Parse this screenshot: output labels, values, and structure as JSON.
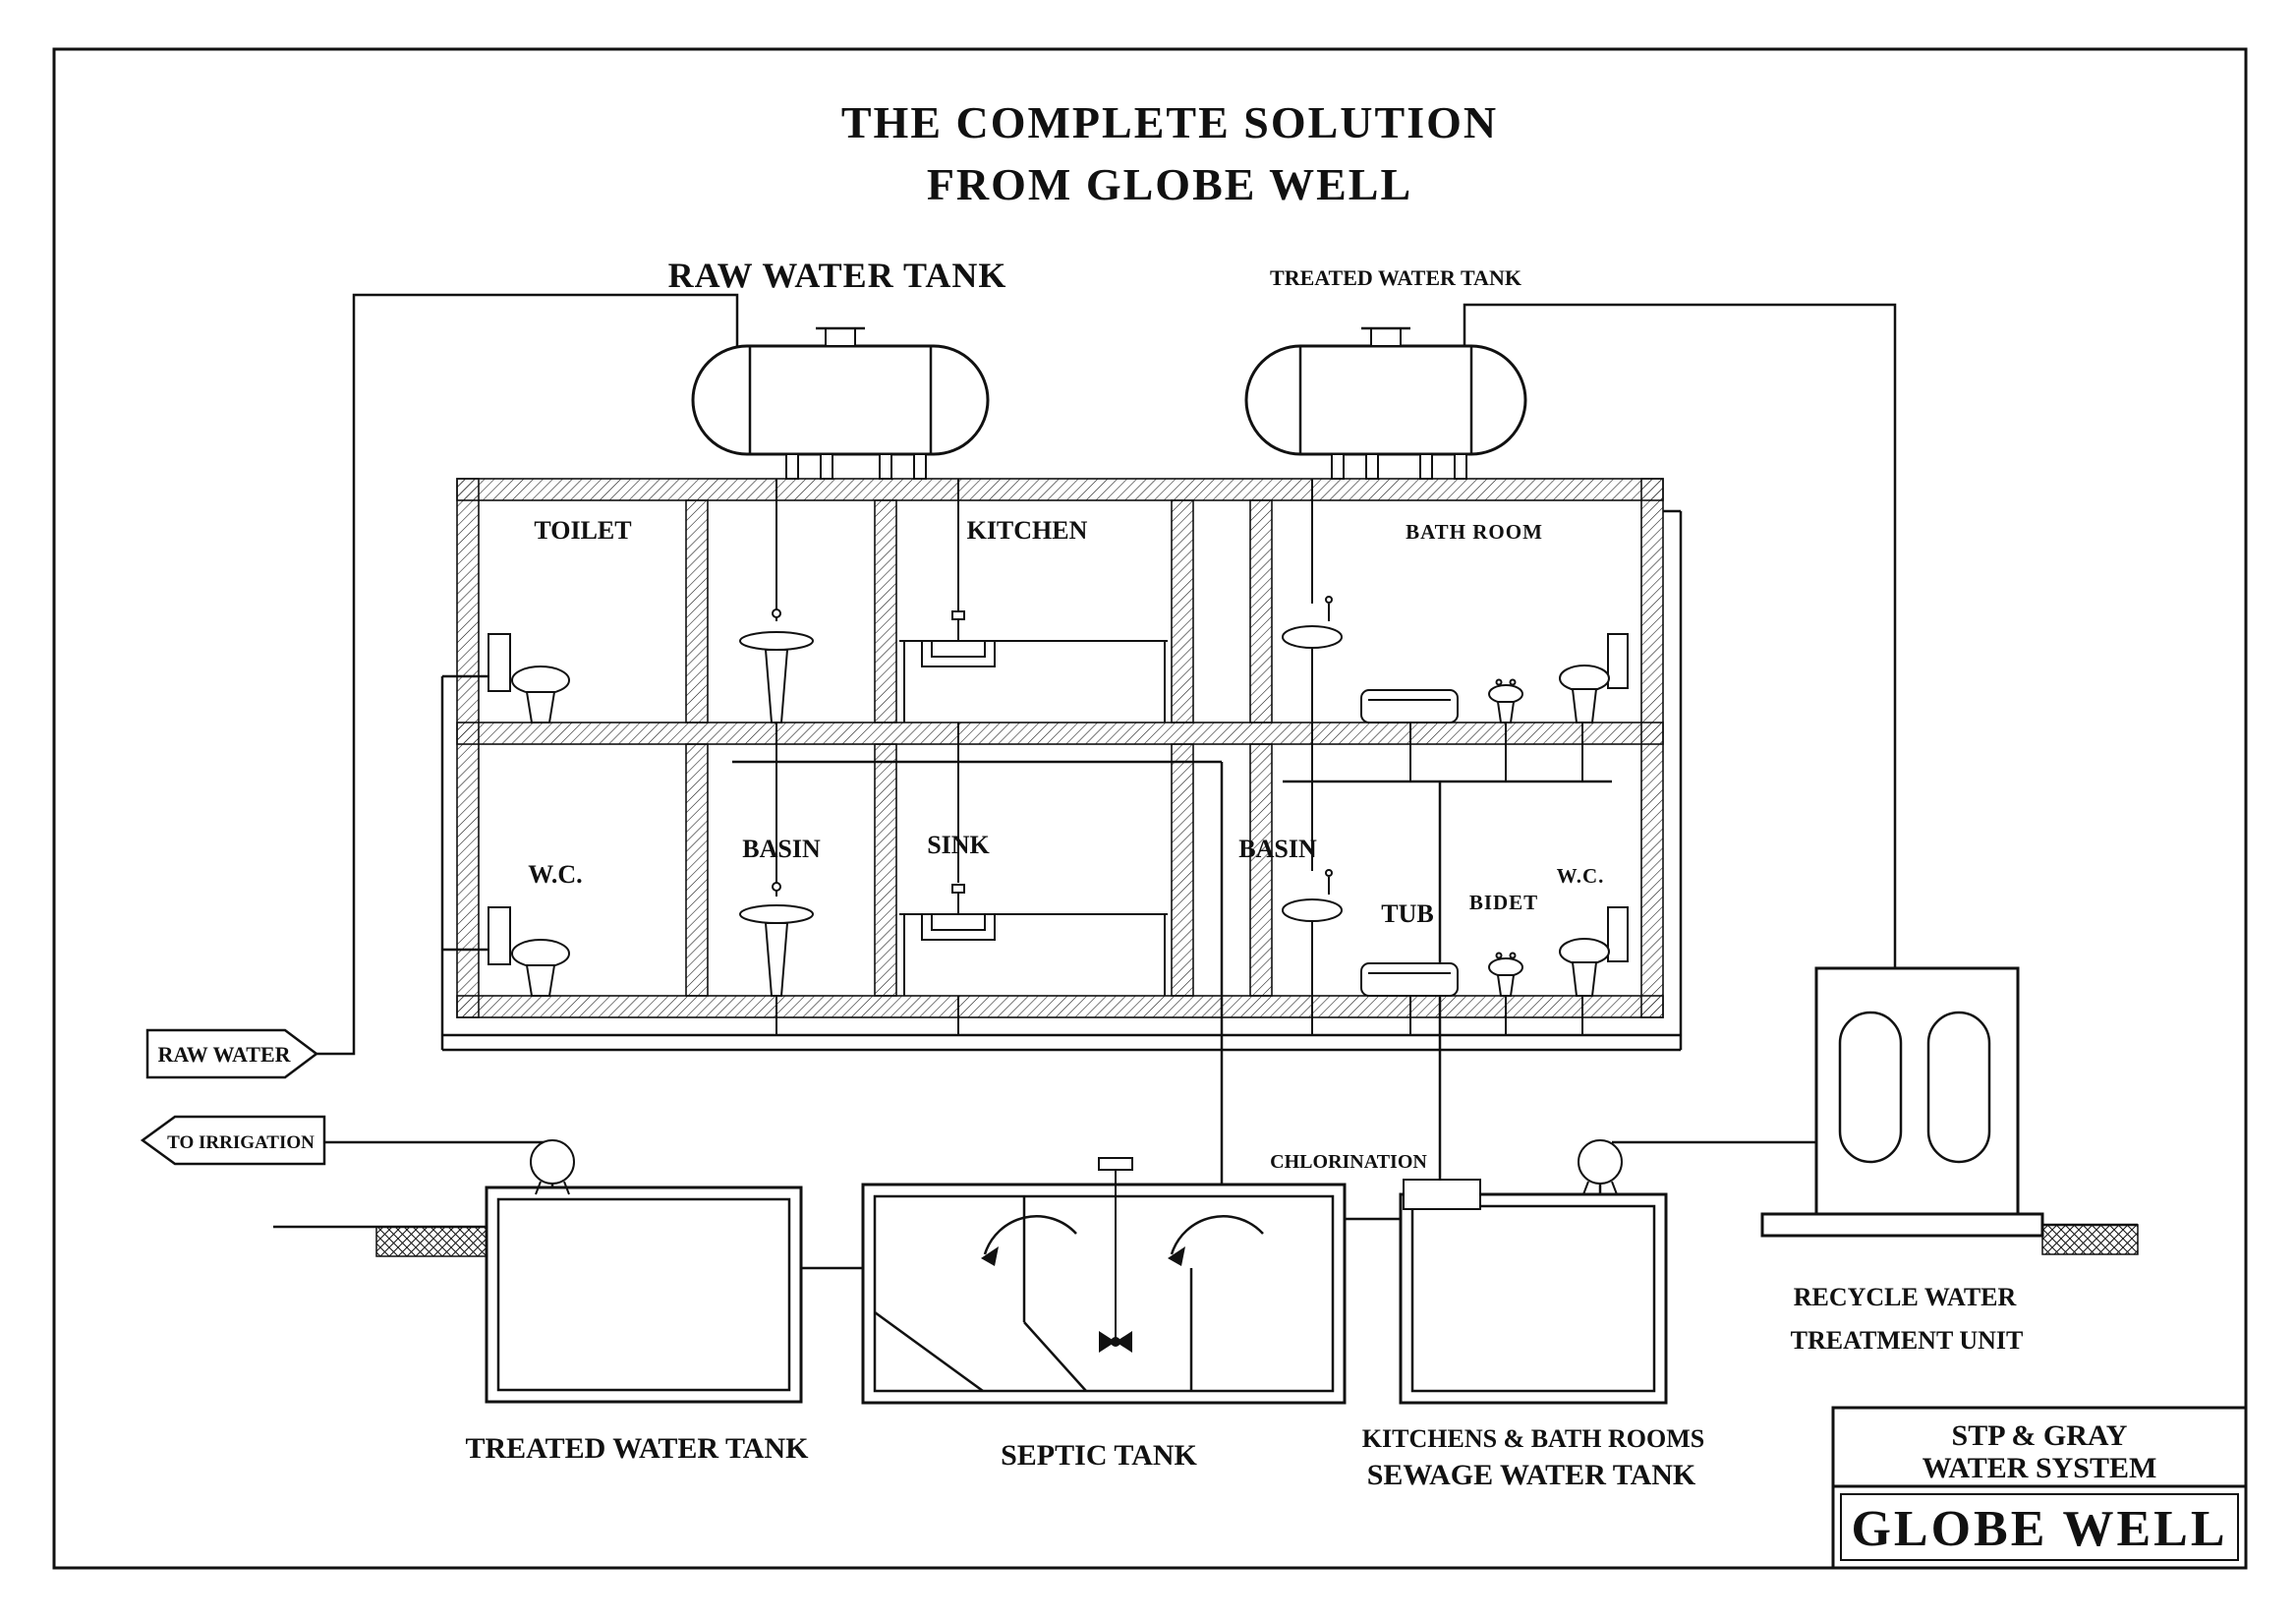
{
  "title": {
    "line1": "THE COMPLETE SOLUTION",
    "line2": "FROM GLOBE WELL"
  },
  "tanks": {
    "raw_water_tank": "RAW WATER TANK",
    "treated_water_tank_top": "TREATED WATER TANK",
    "treated_water_tank_bottom": "TREATED WATER TANK",
    "septic_tank": "SEPTIC TANK",
    "sewage_line1": "KITCHENS & BATH ROOMS",
    "sewage_line2": "SEWAGE WATER TANK"
  },
  "rooms": {
    "toilet": "TOILET",
    "kitchen": "KITCHEN",
    "bathroom": "BATH ROOM",
    "wc_left": "W.C.",
    "basin_left": "BASIN",
    "sink": "SINK",
    "basin_right": "BASIN",
    "tub": "TUB",
    "bidet": "BIDET",
    "wc_right": "W.C."
  },
  "flows": {
    "raw_water": "RAW WATER",
    "to_irrigation": "TO IRRIGATION",
    "chlorination": "CHLORINATION"
  },
  "recycle_unit": {
    "line1": "RECYCLE WATER",
    "line2": "TREATMENT UNIT"
  },
  "title_block": {
    "system_line1": "STP & GRAY",
    "system_line2": "WATER SYSTEM",
    "brand": "GLOBE WELL"
  },
  "colors": {
    "ink": "#111111",
    "paper": "#ffffff"
  }
}
